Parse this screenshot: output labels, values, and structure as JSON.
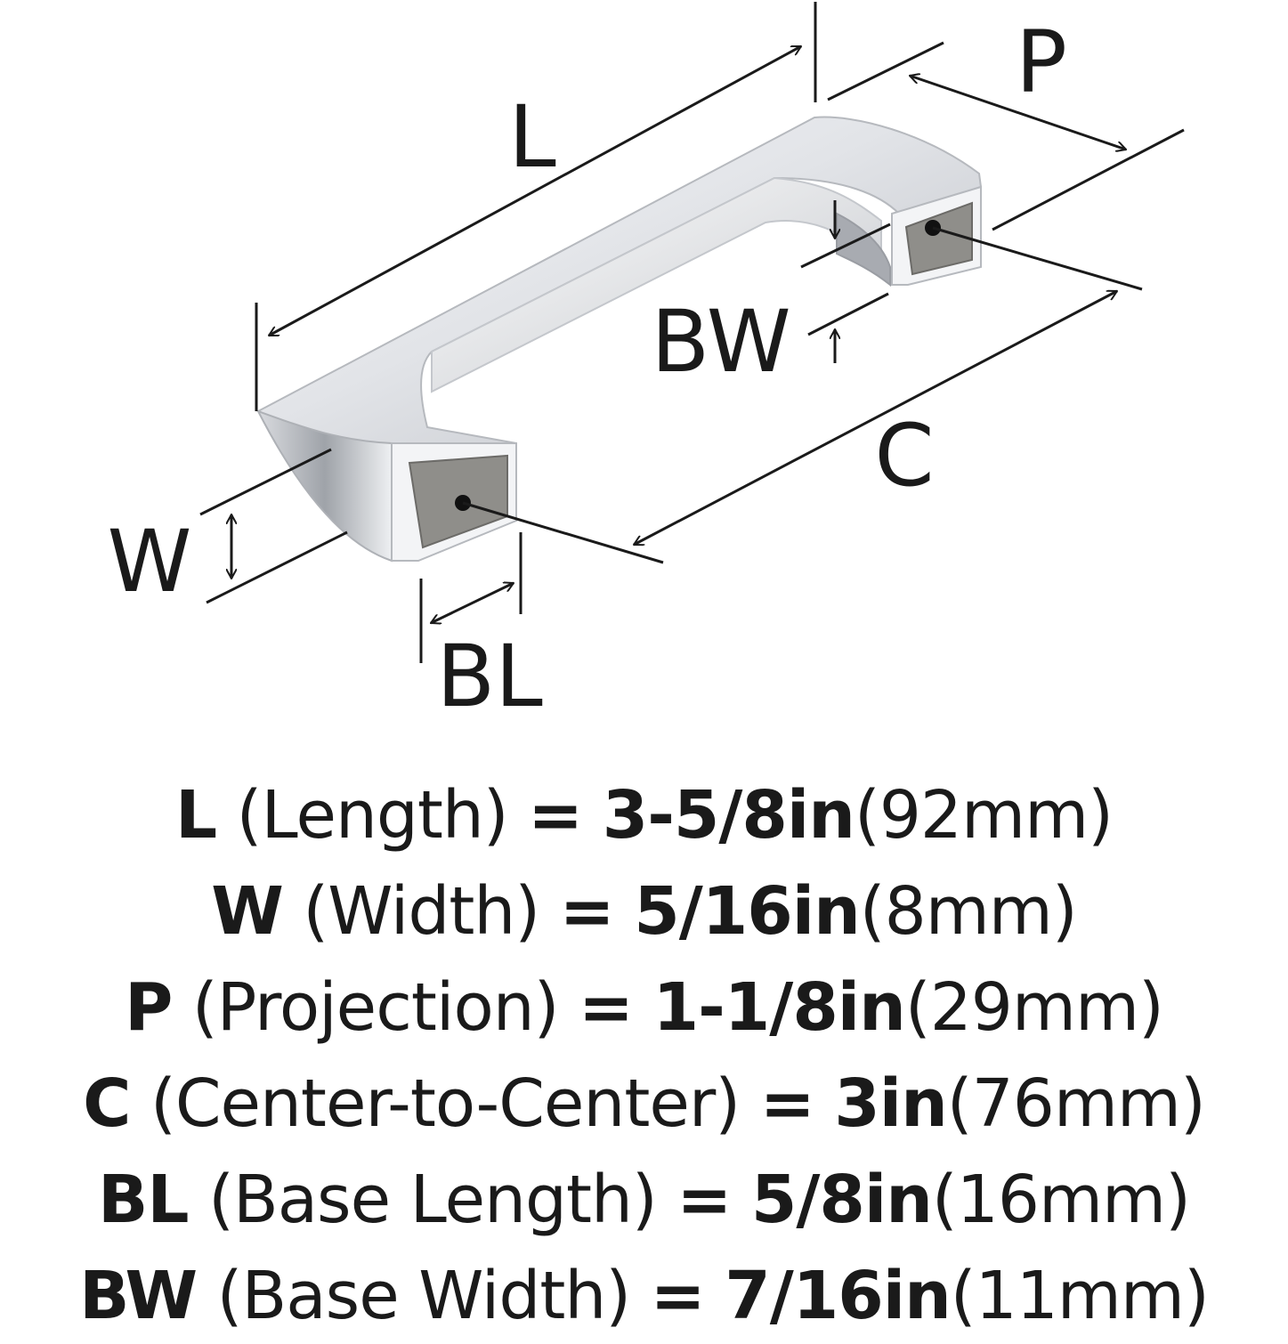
{
  "colors": {
    "ink": "#1a1a1a",
    "chrome_light": "#f2f3f5",
    "chrome_mid": "#c9ccd1",
    "chrome_dark": "#8d9197",
    "base_face": "#8f8e8a",
    "background": "#ffffff"
  },
  "diagram": {
    "labels": {
      "L": "L",
      "P": "P",
      "BW": "BW",
      "C": "C",
      "W": "W",
      "BL": "BL"
    }
  },
  "specs": [
    {
      "code": "L",
      "name": "(Length)",
      "eq": "=",
      "imperial": "3-5/8in",
      "metric": "(92mm)"
    },
    {
      "code": "W",
      "name": "(Width)",
      "eq": "=",
      "imperial": "5/16in",
      "metric": "(8mm)"
    },
    {
      "code": "P",
      "name": "(Projection)",
      "eq": "=",
      "imperial": "1-1/8in",
      "metric": "(29mm)"
    },
    {
      "code": "C",
      "name": "(Center-to-Center)",
      "eq": "=",
      "imperial": "3in",
      "metric": "(76mm)"
    },
    {
      "code": "BL",
      "name": "(Base Length)",
      "eq": "=",
      "imperial": "5/8in",
      "metric": "(16mm)"
    },
    {
      "code": "BW",
      "name": "(Base Width)",
      "eq": "=",
      "imperial": "7/16in",
      "metric": "(11mm)"
    }
  ]
}
